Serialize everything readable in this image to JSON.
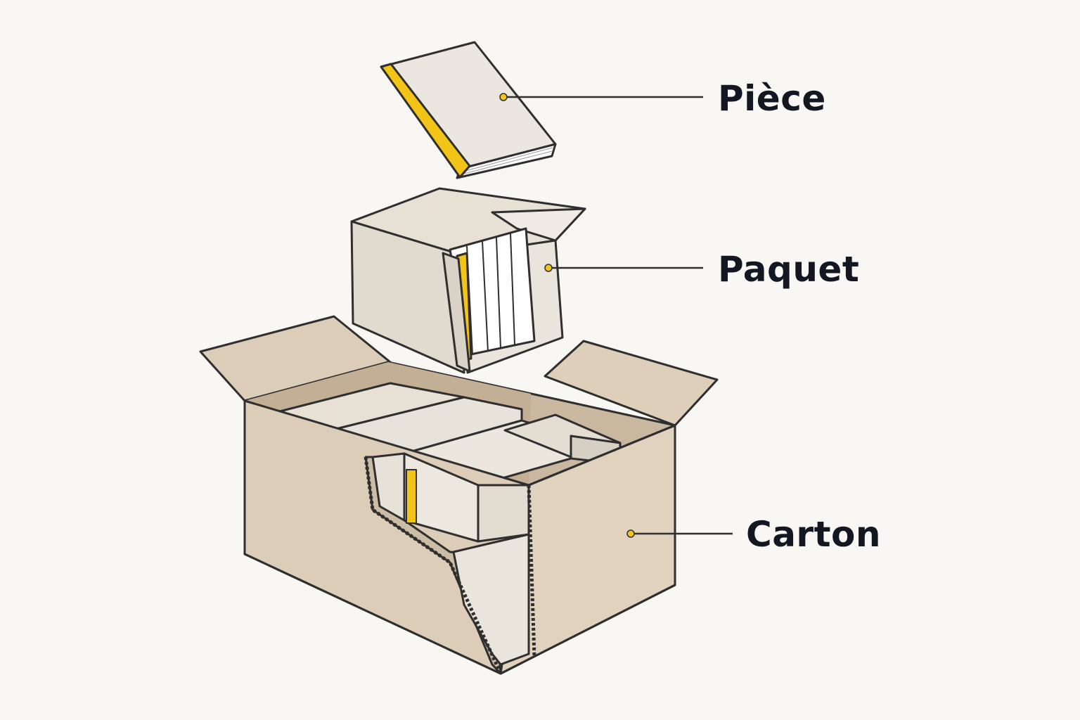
{
  "labels": {
    "piece": "Pièce",
    "paquet": "Paquet",
    "carton": "Carton"
  },
  "colors": {
    "background": "#f8f7f3",
    "accent": "#f2c418",
    "cardboard": "#dccdb8",
    "wrapping": "#e8e3da",
    "outline": "#2f2f2f",
    "text": "#121722"
  }
}
